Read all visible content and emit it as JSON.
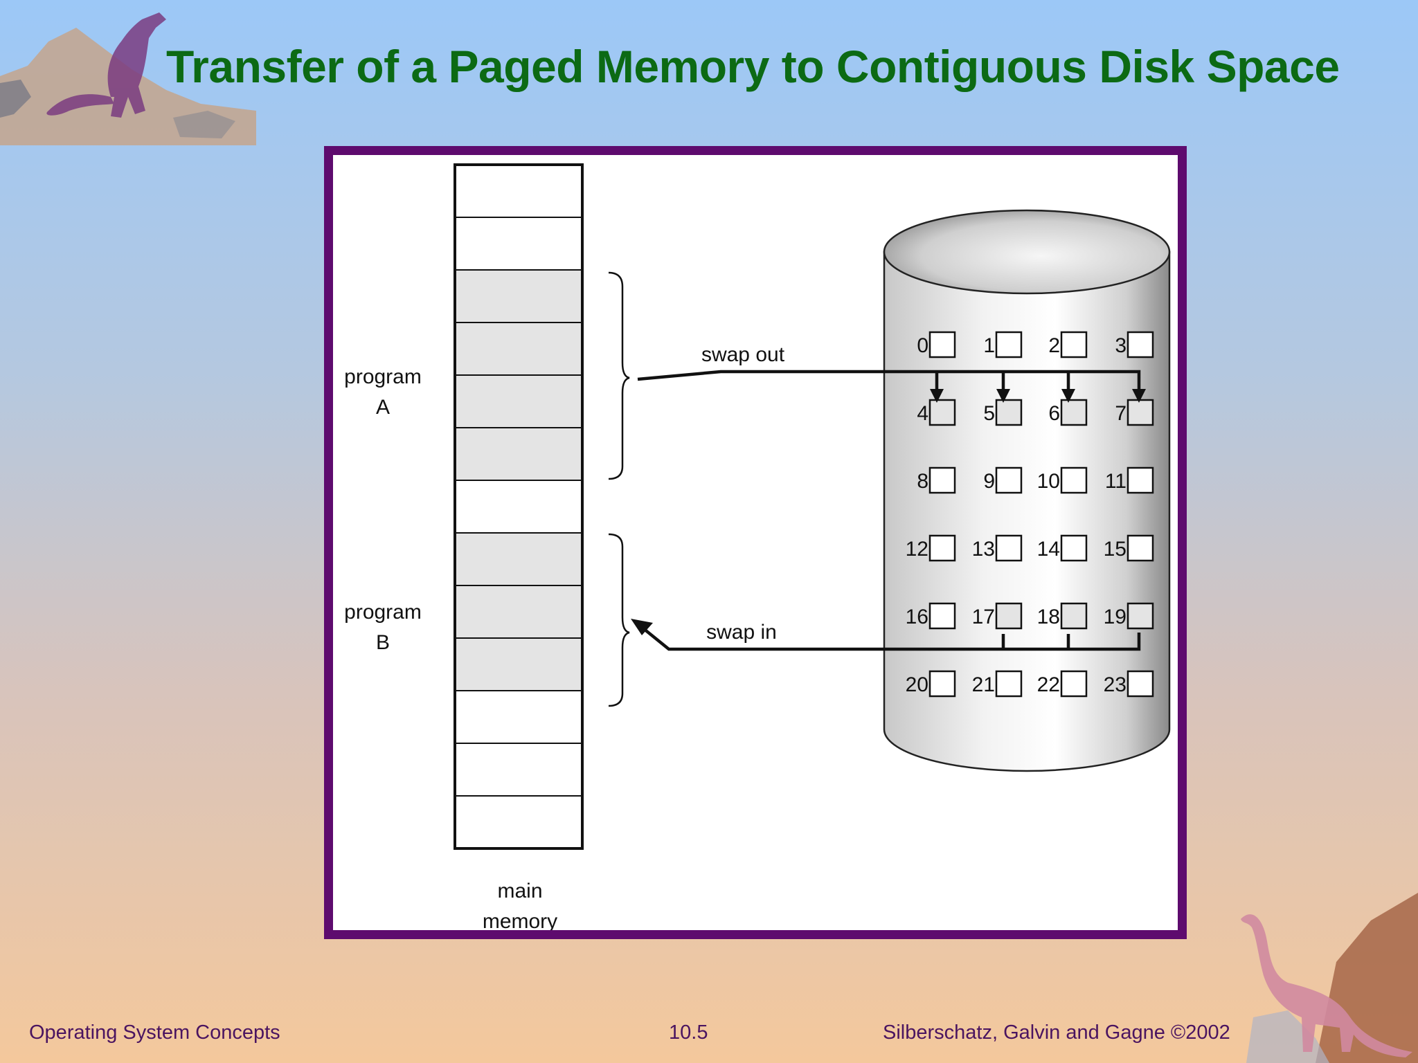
{
  "slide": {
    "title": "Transfer of a Paged Memory to Contiguous Disk Space"
  },
  "diagram": {
    "memory_label_line1": "main",
    "memory_label_line2": "memory",
    "program_a_line1": "program",
    "program_a_line2": "A",
    "program_b_line1": "program",
    "program_b_line2": "B",
    "swap_out_label": "swap out",
    "swap_in_label": "swap in",
    "disk_blocks": [
      "0",
      "1",
      "2",
      "3",
      "4",
      "5",
      "6",
      "7",
      "8",
      "9",
      "10",
      "11",
      "12",
      "13",
      "14",
      "15",
      "16",
      "17",
      "18",
      "19",
      "20",
      "21",
      "22",
      "23"
    ],
    "swapped_out_blocks": [
      "4",
      "5",
      "6",
      "7"
    ],
    "swapped_in_blocks": [
      "17",
      "18",
      "19"
    ],
    "memory_frames": 13,
    "program_a_frames": [
      3,
      4,
      5,
      6
    ],
    "program_b_frames": [
      8,
      9,
      10
    ]
  },
  "footer": {
    "left": "Operating System Concepts",
    "center": "10.5",
    "right": "Silberschatz, Galvin and  Gagne ©2002"
  },
  "colors": {
    "title": "#0c6a14",
    "frame_border": "#5e0b6e",
    "footer_text": "#4a1460",
    "shaded_cell": "#e4e4e4"
  }
}
